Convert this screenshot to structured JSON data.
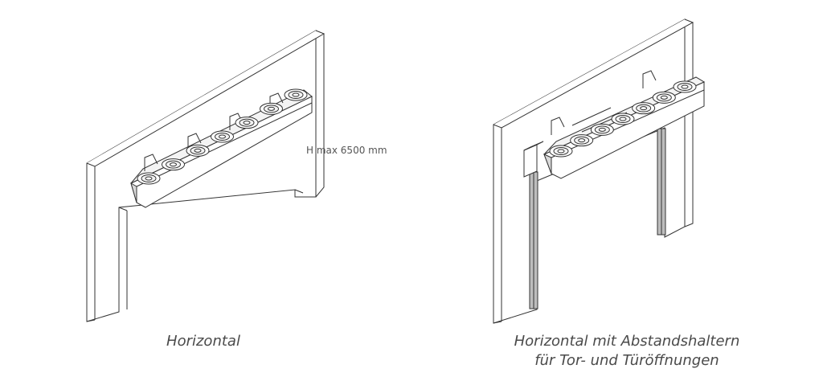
{
  "figures": [
    {
      "caption": "Horizontal",
      "dimension_label": "H max 6500 mm"
    },
    {
      "caption_line1": "Horizontal mit Abstandshaltern",
      "caption_line2": "für Tor- und Türöffnungen"
    }
  ],
  "colors": {
    "line": "#333333",
    "wall_fill": "#ffffff",
    "shade": "#d9d9d9",
    "text": "#4a4a4a"
  },
  "fan_count": 7
}
